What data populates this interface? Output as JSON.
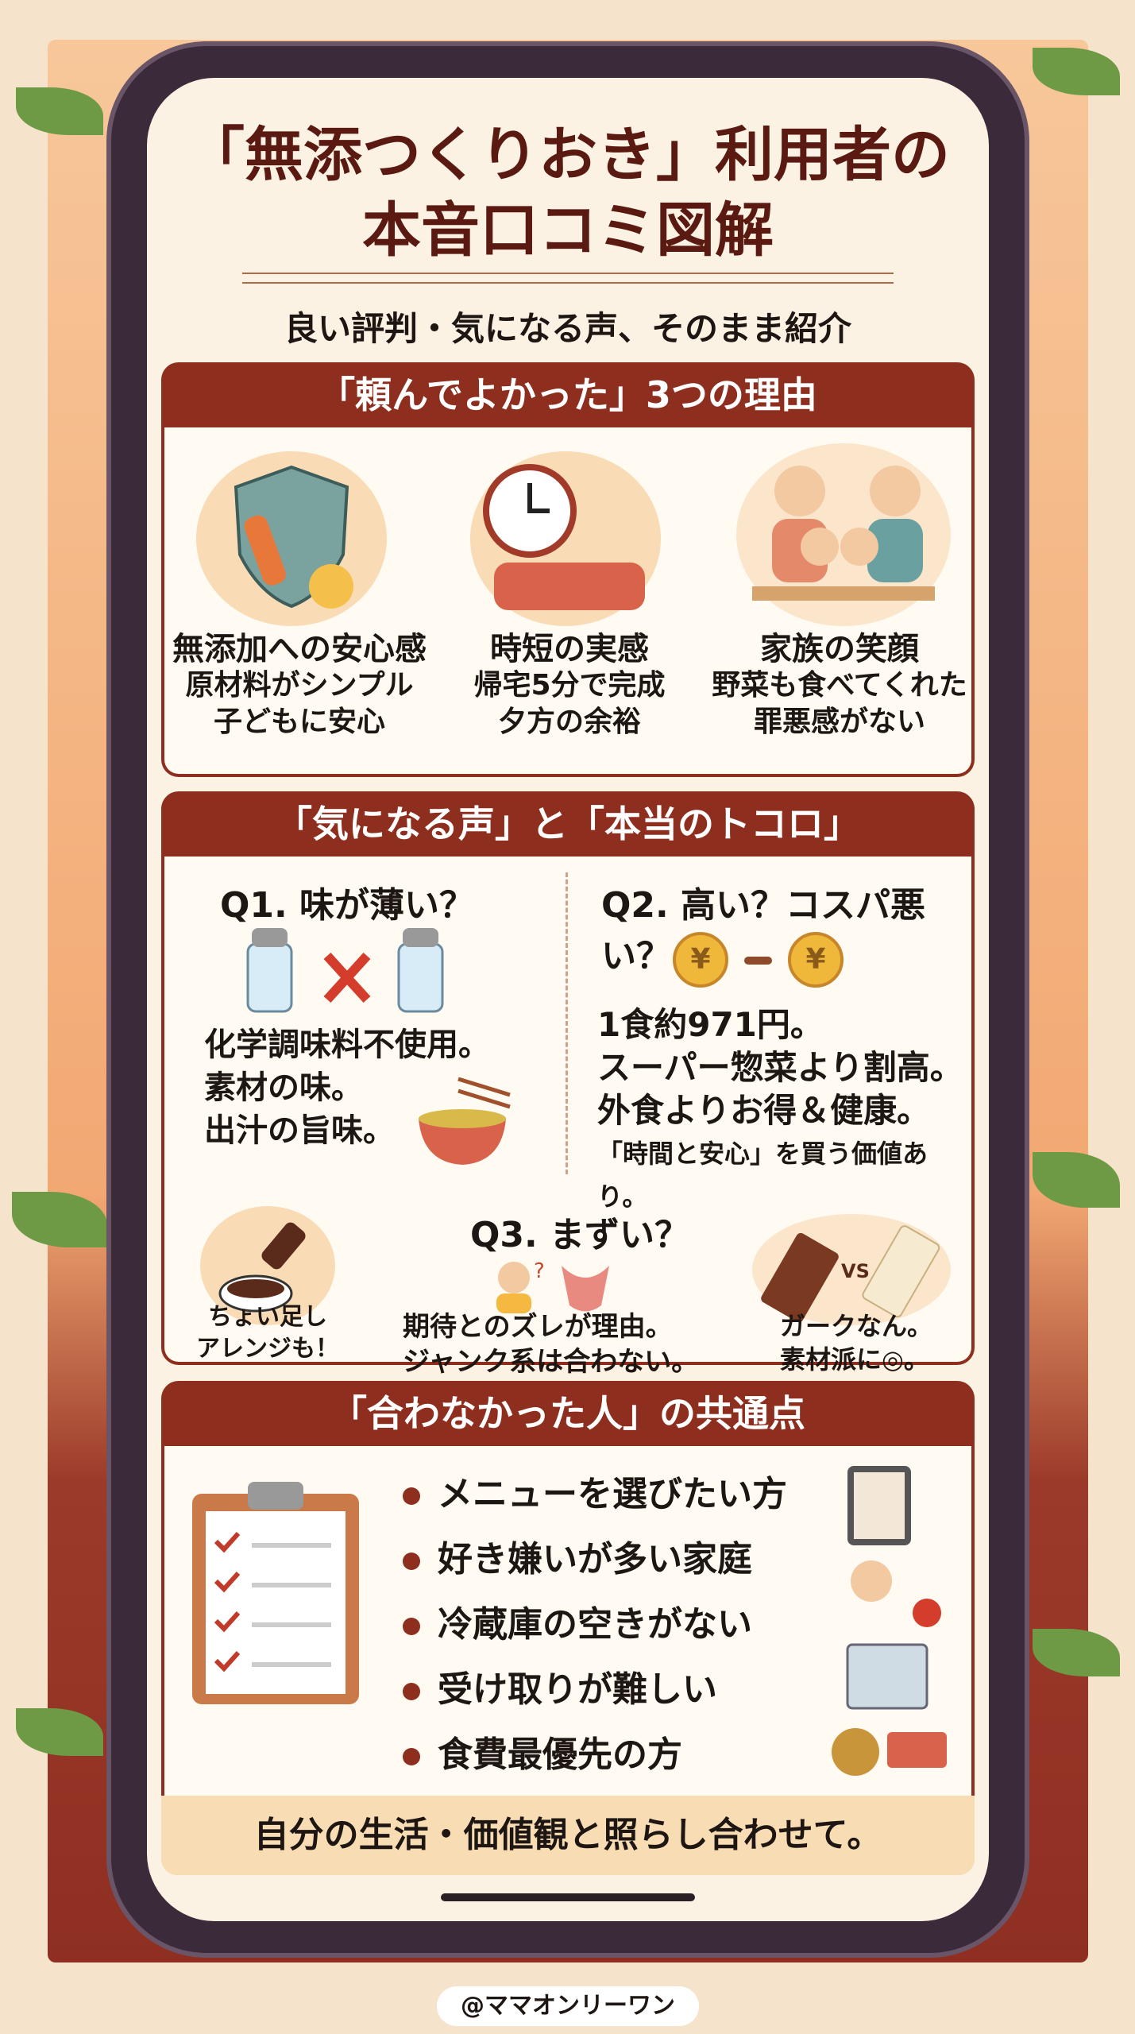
{
  "header": {
    "title_line1": "「無添つくりおき」利用者の",
    "title_line2": "本音口コミ図解",
    "subtitle": "良い評判・気になる声、そのまま紹介"
  },
  "section1": {
    "heading": "「頼んでよかった」3つの理由",
    "items": [
      {
        "icon": "shield-vegetables-icon",
        "lines": [
          "無添加への安心感",
          "原材料がシンプル",
          "子どもに安心"
        ]
      },
      {
        "icon": "clock-sofa-icon",
        "lines": [
          "時短の実感",
          "帰宅5分で完成",
          "夕方の余裕"
        ]
      },
      {
        "icon": "family-meal-icon",
        "lines": [
          "家族の笑顔",
          "野菜も食べてくれた",
          "罪悪感がない"
        ]
      }
    ]
  },
  "section2": {
    "heading": "「気になる声」と「本当のトコロ」",
    "q1": {
      "question": "Q1. 味が薄い？",
      "lines": [
        "化学調味料不使用。",
        "素材の味。",
        "出汁の旨味。"
      ]
    },
    "q2": {
      "question": "Q2. 高い？コスパ悪い？",
      "lines": [
        "1食約971円。",
        "スーパー惣菜より割高。",
        "外食よりお得＆健康。"
      ],
      "note": "「時間と安心」を買う価値あり。",
      "coin_symbol": "¥"
    },
    "tip": {
      "lines": [
        "ちょい足し",
        "アレンジも！"
      ]
    },
    "q3": {
      "question": "Q3. まずい？",
      "lines": [
        "期待とのズレが理由。",
        "ジャンク系は合わない。"
      ],
      "vs": "VS"
    },
    "side": {
      "lines": [
        "ガークなん。",
        "素材派に◎。"
      ]
    }
  },
  "section3": {
    "heading": "「合わなかった人」の共通点",
    "items": [
      "メニューを選びたい方",
      "好き嫌いが多い家庭",
      "冷蔵庫の空きがない",
      "受け取りが難しい",
      "食費最優先の方"
    ],
    "footer": "自分の生活・価値観と照らし合わせて。"
  },
  "watermark": "@ママオンリーワン",
  "colors": {
    "accent": "#8e2e1e",
    "panel": "#fbf2e4"
  }
}
